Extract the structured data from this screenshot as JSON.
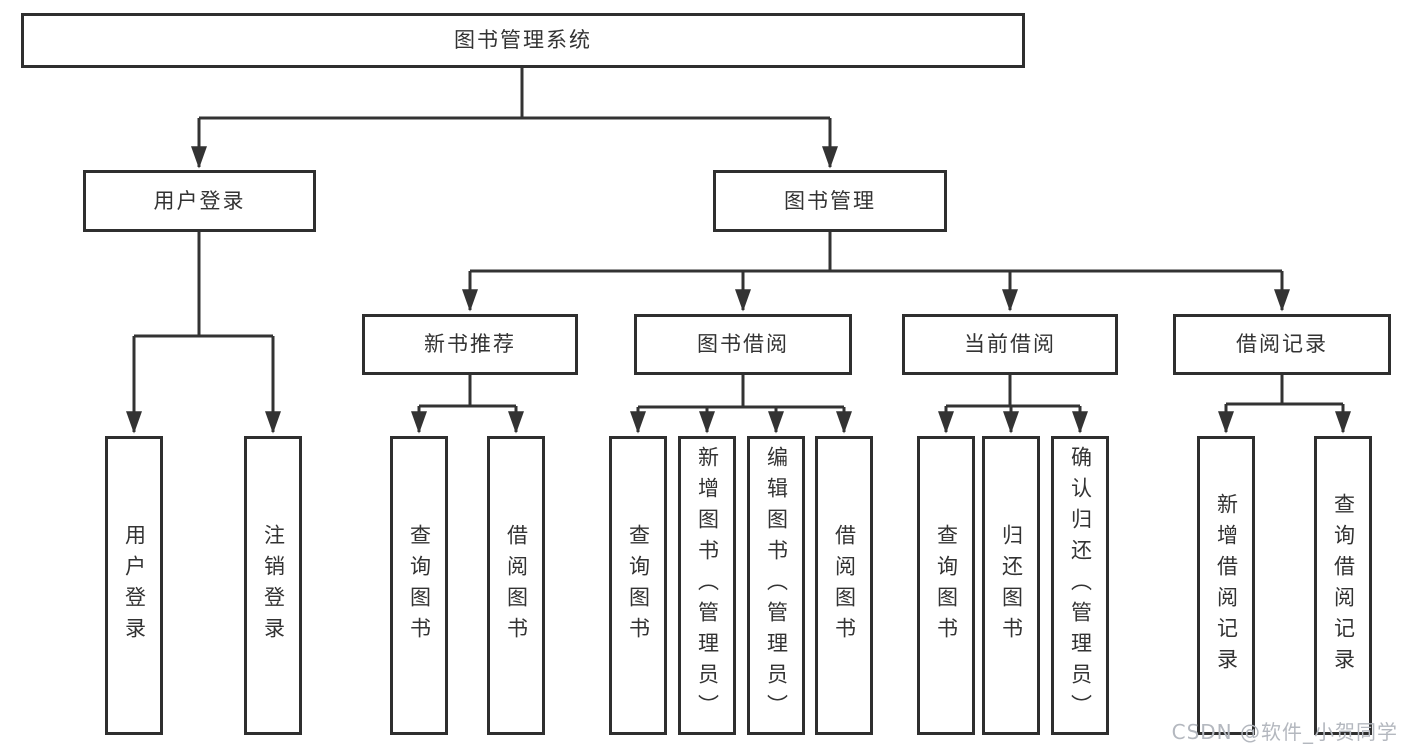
{
  "diagram": {
    "type": "hierarchy-tree",
    "nodes": {
      "root": "图书管理系统",
      "level2": [
        "用户登录",
        "图书管理"
      ],
      "level3": [
        "新书推荐",
        "图书借阅",
        "当前借阅",
        "借阅记录"
      ],
      "leaves": {
        "user": [
          "用户登录",
          "注销登录"
        ],
        "recommend": [
          "查询图书",
          "借阅图书"
        ],
        "borrow": [
          "查询图书",
          "新增图书（管理员）",
          "编辑图书（管理员）",
          "借阅图书"
        ],
        "current": [
          "查询图书",
          "归还图书",
          "确认归还（管理员）"
        ],
        "records": [
          "新增借阅记录",
          "查询借阅记录"
        ]
      }
    },
    "colors": {
      "line": "#333333",
      "box_border": "#2f2f2f",
      "text": "#333333",
      "background": "#ffffff",
      "watermark": "#b4b8bf"
    }
  },
  "watermark": "CSDN @软件_小贺同学"
}
